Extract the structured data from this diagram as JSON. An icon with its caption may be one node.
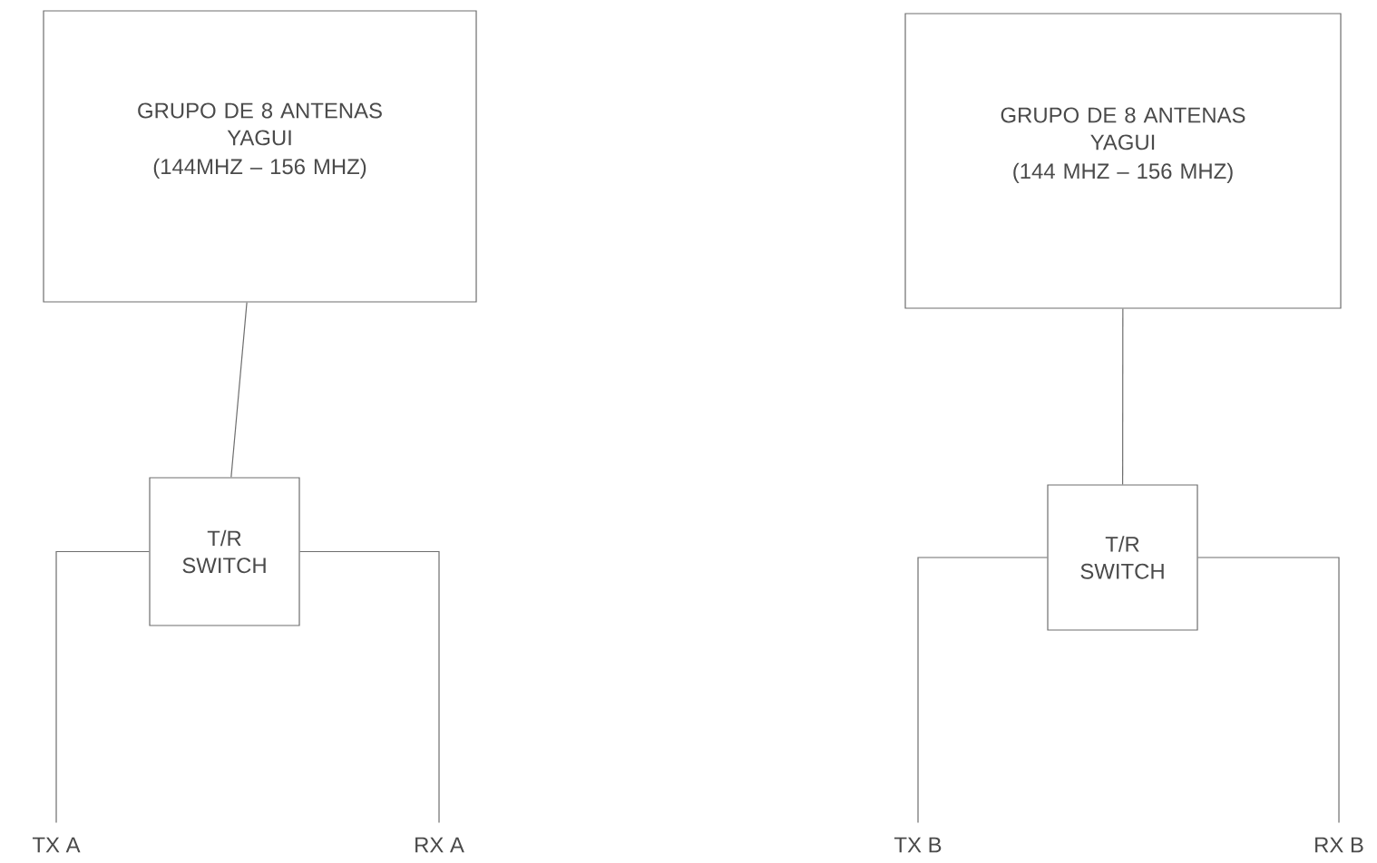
{
  "diagram": {
    "nodes": [
      {
        "text": [
          "GRUPO DE 8 ANTENAS YAGUI",
          "(144MHZ – 156 MHZ)"
        ]
      },
      {
        "text": [
          "T/R SWITCH"
        ]
      },
      {
        "text": [
          "TX A"
        ]
      },
      {
        "text": [
          "RX A"
        ]
      },
      {
        "text": [
          "GRUPO DE 8 ANTENAS YAGUI",
          "(144 MHZ – 156 MHZ)"
        ]
      },
      {
        "text": [
          "T/R SWITCH"
        ]
      },
      {
        "text": [
          "TX B"
        ]
      },
      {
        "text": [
          "RX B"
        ]
      }
    ],
    "edges": [
      {
        "from": 0,
        "to": 1,
        "arrow": "none"
      },
      {
        "from": 1,
        "to": 2,
        "arrow": "none"
      },
      {
        "from": 1,
        "to": 3,
        "arrow": "none"
      },
      {
        "from": 4,
        "to": 5,
        "arrow": "none"
      },
      {
        "from": 5,
        "to": 6,
        "arrow": "none"
      },
      {
        "from": 5,
        "to": 7,
        "arrow": "none"
      }
    ]
  }
}
